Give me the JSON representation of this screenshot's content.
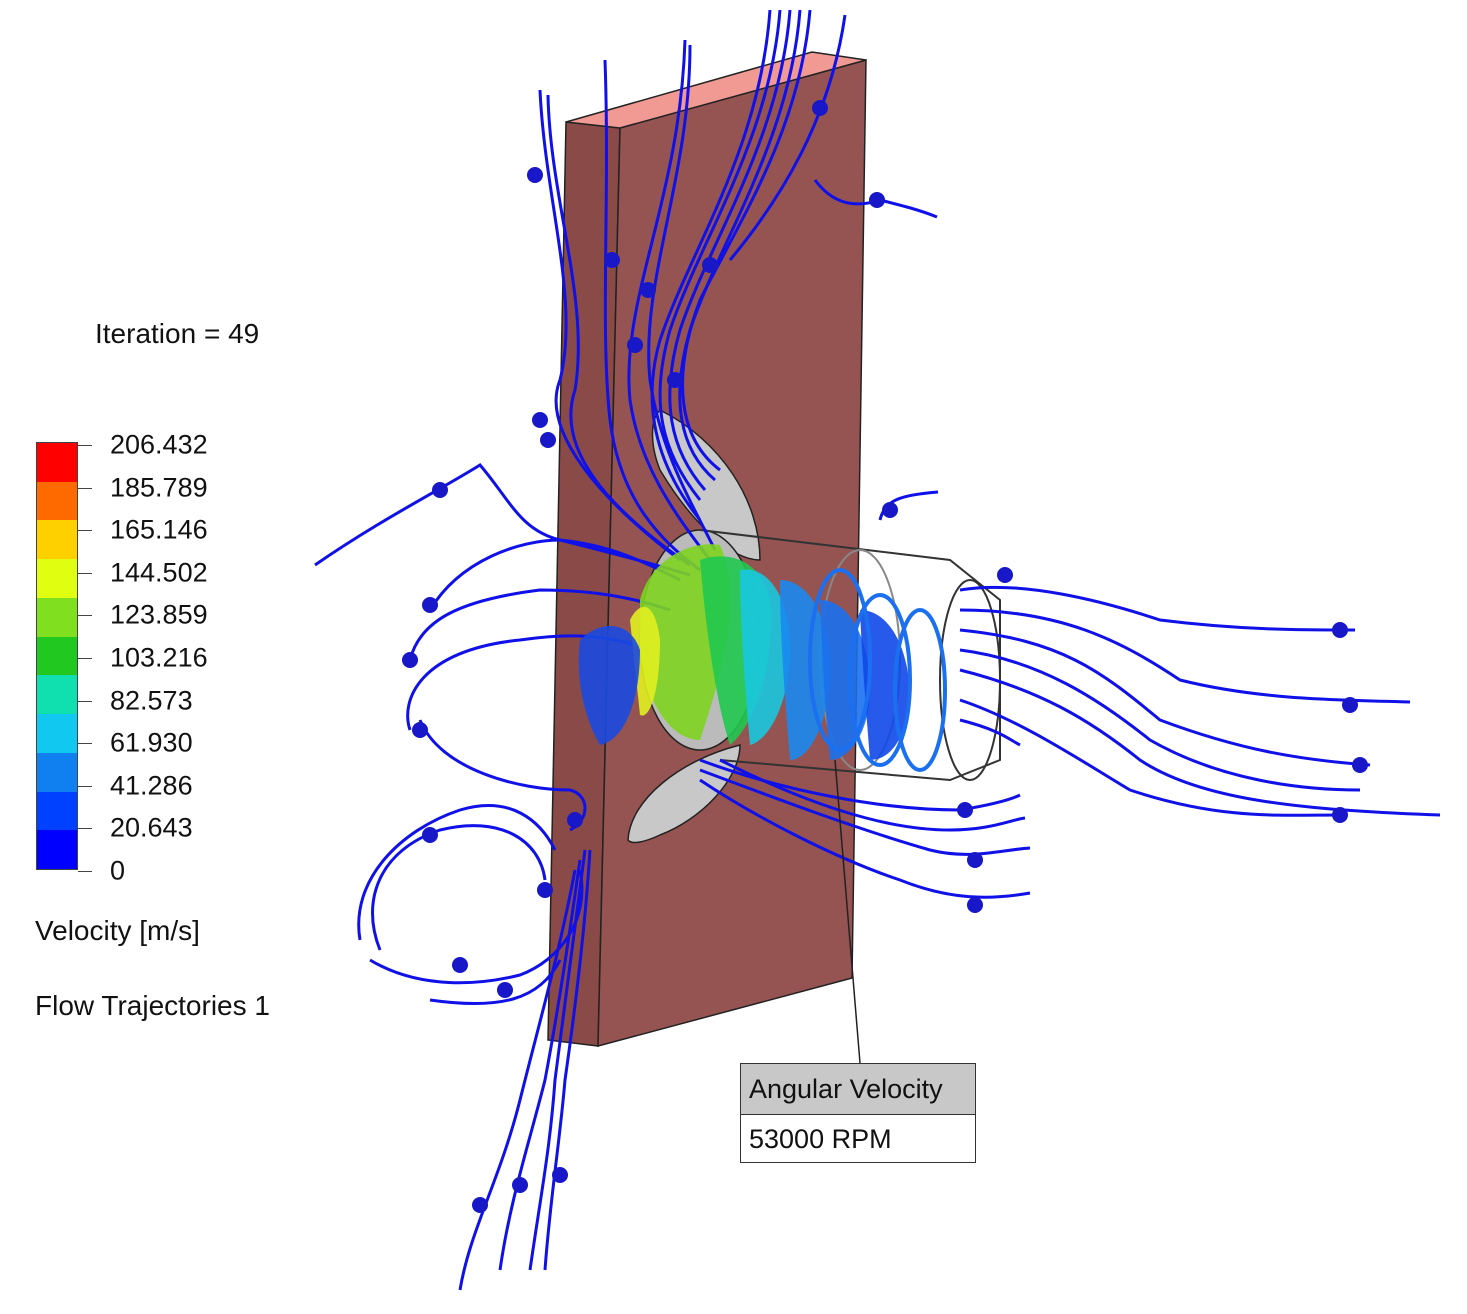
{
  "viewport": {
    "iteration_label": "Iteration = 49",
    "legend": {
      "title": "Velocity [m/s]",
      "ticks": [
        "206.432",
        "185.789",
        "165.146",
        "144.502",
        "123.859",
        "103.216",
        "82.573",
        "61.930",
        "41.286",
        "20.643",
        "0"
      ],
      "colors": [
        "#ff0000",
        "#ff6a00",
        "#ffd000",
        "#e0ff10",
        "#80e020",
        "#20c820",
        "#10e0b0",
        "#10c8f0",
        "#1080f0",
        "#0040ff",
        "#0000ff"
      ]
    },
    "plot_name": "Flow Trajectories 1",
    "callout": {
      "title": "Angular Velocity",
      "value": "53000 RPM"
    },
    "colors": {
      "plate": "#955451",
      "plate_top": "#f09a93",
      "streamline": "#1010e8",
      "propeller": "#c8c8c8"
    }
  }
}
